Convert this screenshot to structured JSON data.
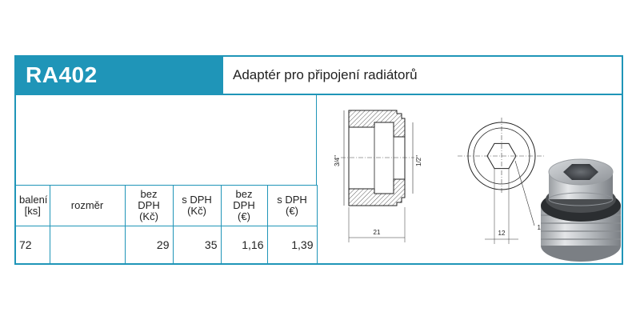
{
  "product": {
    "code": "RA402",
    "title": "Adaptér pro připojení radiátorů"
  },
  "table": {
    "headers": [
      [
        "balení",
        "[ks]"
      ],
      [
        "rozměr"
      ],
      [
        "bez DPH",
        "(Kč)"
      ],
      [
        "s DPH (Kč)"
      ],
      [
        "bez DPH",
        "(€)"
      ],
      [
        "s DPH (€)"
      ]
    ],
    "rows": [
      [
        "72",
        "",
        "29",
        "35",
        "1,16",
        "1,39"
      ]
    ]
  },
  "drawing": {
    "dim_thread_outer": "3/4\"",
    "dim_thread_inner": "1/2\"",
    "dim_length": "21",
    "dim_hex_width": "12",
    "dim_hex_size": "17"
  },
  "colors": {
    "accent": "#1f95b8"
  }
}
